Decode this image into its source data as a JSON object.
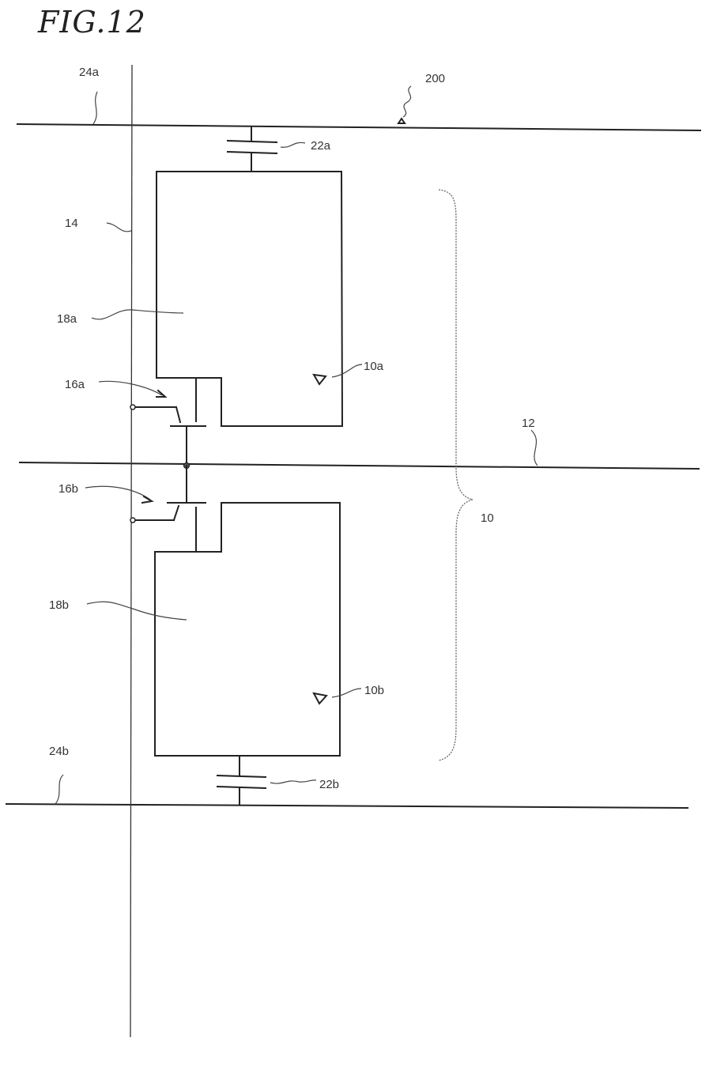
{
  "figure": {
    "title": "FIG.12"
  },
  "labels": {
    "device": "200",
    "line_top": "24a",
    "line_bottom": "24b",
    "vertical_line": "14",
    "horizontal_line": "12",
    "cap_top": "22a",
    "cap_bottom": "22b",
    "electrode_top": "18a",
    "electrode_bottom": "18b",
    "tft_top": "16a",
    "tft_bottom": "16b",
    "sub_pixel_top": "10a",
    "sub_pixel_bottom": "10b",
    "pixel": "10"
  }
}
